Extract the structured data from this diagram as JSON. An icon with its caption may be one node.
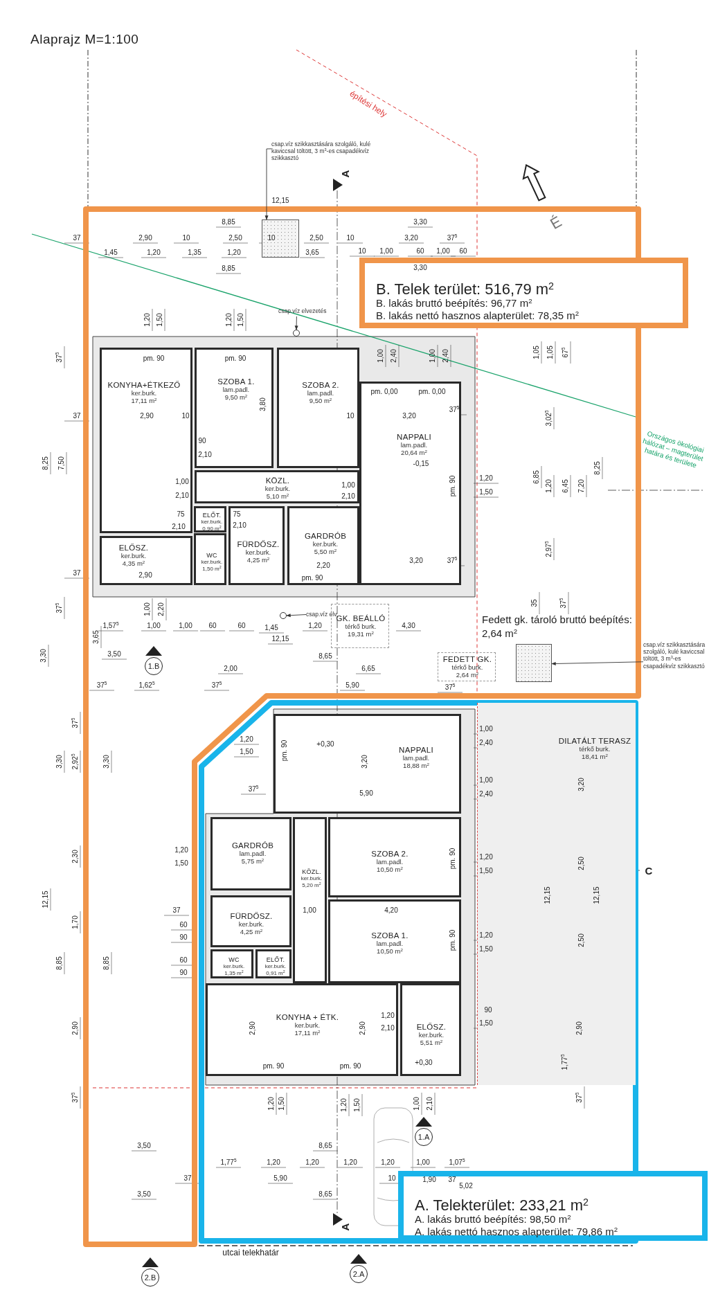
{
  "diagram": {
    "title": "Alaprajz M=1:100",
    "nodes": [
      {
        "text": [
          "B. Telek terület: 516,79 m$^{2}$",
          "B. lakás bruttó beépítés: 96,77 m$^{2}$",
          "B. lakás nettó hasznos alapterület: 78,35 m$^{2}$"
        ]
      },
      {
        "text": [
          "csap.víz szikkasztására szolgáló, kulé kaviccsal töltött, 3 m$^{3}$-es csapadékvíz szikkasztó"
        ]
      },
      {
        "text": [],
        "shape": "box"
      },
      {
        "text": [
          "csap.víz elvezetés"
        ]
      },
      {
        "text": [
          "KONYHA+ÉTKEZŐ",
          "ker.burk.",
          "17,11 m$^{2}$"
        ]
      },
      {
        "text": [
          "SZOBA 1.",
          "lam.padl.",
          "9,50 m$^{2}$"
        ]
      },
      {
        "text": [
          "SZOBA 2.",
          "lam.padl.",
          "9,50 m$^{2}$"
        ]
      },
      {
        "text": [
          "NAPPALI",
          "lam.padl.",
          "20,64 m$^{2}$"
        ]
      },
      {
        "text": [
          "KÖZL.",
          "ker.burk.",
          "5,10 m$^{2}$"
        ]
      },
      {
        "text": [
          "ELŐT.",
          "ker.burk.",
          "0,90 m$^{2}$"
        ]
      },
      {
        "text": [
          "ELŐSZ.",
          "ker.burk.",
          "4,35 m$^{2}$"
        ]
      },
      {
        "text": [
          "WC",
          "ker.burk.",
          "1,50 m$^{2}$"
        ]
      },
      {
        "text": [
          "FÜRDŐSZ.",
          "ker.burk.",
          "4,25 m$^{2}$"
        ]
      },
      {
        "text": [
          "GARDRÓB",
          "ker.burk.",
          "5,50 m$^{2}$"
        ]
      },
      {
        "text": [
          "GK. BEÁLLÓ",
          "térkő burk.",
          "19,31 m$^{2}$"
        ]
      },
      {
        "text": [
          "csap.víz elv."
        ]
      },
      {
        "text": [
          "FEDETT GK.",
          "térkő burk.",
          "2,64 m$^{2}$"
        ]
      },
      {
        "text": [],
        "shape": "box"
      },
      {
        "text": [
          "csap.víz szikkasztására szolgáló, kulé kaviccsal töltött, 3 m$^{3}$-es csapadékvíz szikkasztó"
        ]
      },
      {
        "text": [
          "NAPPALI",
          "lam.padl.",
          "18,88 m$^{2}$"
        ]
      },
      {
        "text": [
          "DILATÁLT TERASZ",
          "térkő burk.",
          "18,41 m$^{2}$"
        ]
      },
      {
        "text": [
          "GARDRÓB",
          "lam.padl.",
          "5,75 m$^{2}$"
        ]
      },
      {
        "text": [
          "SZOBA 2.",
          "lam.padl.",
          "10,50 m$^{2}$"
        ]
      },
      {
        "text": [
          "KÖZL.",
          "ker.burk.",
          "5,20 m$^{2}$"
        ]
      },
      {
        "text": [
          "FÜRDŐSZ.",
          "ker.burk.",
          "4,25 m$^{2}$"
        ]
      },
      {
        "text": [
          "SZOBA 1.",
          "lam.padl.",
          "10,50 m$^{2}$"
        ]
      },
      {
        "text": [
          "WC",
          "ker.burk.",
          "1,35 m$^{2}$"
        ]
      },
      {
        "text": [
          "ELŐT.",
          "ker.burk.",
          "0,91 m$^{2}$"
        ]
      },
      {
        "text": [
          "KONYHA + ÉTK.",
          "ker.burk.",
          "17,11 m$^{2}$"
        ]
      },
      {
        "text": [
          "ELŐSZ.",
          "ker.burk.",
          "5,51 m$^{2}$"
        ]
      },
      {
        "text": [
          "A. Telekterület: 233,21 m$^{2}$",
          "A. lakás bruttó beépítés: 98,50 m$^{2}$",
          "A. lakás nettó hasznos alapterület: 79,86 m$^{2}$"
        ]
      },
      {
        "text": [],
        "shape": "circle"
      },
      {
        "text": [],
        "shape": "circle"
      }
    ],
    "edges": [
      {
        "from": 1,
        "to": 2,
        "arrow": "to"
      },
      {
        "from": 3,
        "to": 31,
        "arrow": "to"
      },
      {
        "from": 15,
        "to": 32,
        "arrow": "to"
      },
      {
        "from": 18,
        "to": 17,
        "arrow": "to"
      }
    ],
    "labels": [
      "A",
      "építési hely",
      "É",
      "12,15",
      "8,85",
      "3,30",
      "37",
      "2,90",
      "10",
      "2,50",
      "10",
      "2,50",
      "10",
      "3,20",
      "37$^{5}$",
      "1,45",
      "1,20",
      "1,35",
      "1,20",
      "3,65",
      "10",
      "1,00",
      "60",
      "1,00",
      "60",
      "8,85",
      "3,30",
      "1,20",
      "1,50",
      "1,20",
      "1,50",
      "Országos ökológiai hálózat – magterület határa és területe",
      "pm. 90",
      "pm. 90",
      "1,00",
      "2,40",
      "1,00",
      "2,40",
      "37$^{5}$",
      "1,05",
      "1,05",
      "67$^{5}$",
      "pm. 0,00",
      "pm. 0,00",
      "37",
      "2,90",
      "10",
      "3,80",
      "10",
      "3,20",
      "37$^{5}$",
      "3,02$^{5}$",
      "90",
      "2,10",
      "8,25",
      "7,50",
      "-0,15",
      "6,85",
      "1,20",
      "6,45",
      "7,20",
      "8,25",
      "1,00",
      "2,10",
      "1,00",
      "2,10",
      "pm. 90",
      "1,20",
      "1,50",
      "75",
      "2,10",
      "75",
      "2,10",
      "2,97$^{5}$",
      "3,20",
      "37$^{5}$",
      "2,20",
      "37",
      "2,90",
      "pm. 90",
      "37$^{5}$",
      "1,00",
      "2,20",
      "35",
      "37$^{5}$",
      "Fedett gk. tároló bruttó beépítés: 2,64 m$^{2}$",
      "1,57$^{5}$",
      "1,00",
      "1,00",
      "60",
      "60",
      "1,45",
      "1,20",
      "4,30",
      "12,15",
      "3,65",
      "3,50",
      "8,65",
      "3,30",
      "1.B",
      "2,00",
      "6,65",
      "37$^{5}$",
      "1,62$^{5}$",
      "37$^{5}$",
      "5,90",
      "37$^{5}$",
      "37$^{5}$",
      "1,00",
      "1,20",
      "+0,30",
      "2,40",
      "1,50",
      "pm. 90",
      "3,30",
      "2,92$^{5}$",
      "3,30",
      "3,20",
      "1,00",
      "3,20",
      "5,90",
      "37$^{5}$",
      "2,40",
      "1,20",
      "2,30",
      "pm. 90",
      "1,20",
      "1,50",
      "1,50",
      "2,50",
      "C",
      "12,15",
      "12,15",
      "12,15",
      "37",
      "1,00",
      "4,20",
      "1,70",
      "60",
      "90",
      "1,20",
      "pm. 90",
      "2,50",
      "1,50",
      "60",
      "8,85",
      "8,85",
      "90",
      "90",
      "1,20",
      "1,50",
      "2,10",
      "2,90",
      "2,90",
      "2,90",
      "2,90",
      "1,77$^{5}$",
      "+0,30",
      "pm. 90",
      "pm. 90",
      "37$^{5}$",
      "37$^{5}$",
      "1,20",
      "1,50",
      "1,20",
      "1,50",
      "1,00",
      "2,10",
      "1.A",
      "3,50",
      "8,65",
      "1,77$^{5}$",
      "1,20",
      "1,20",
      "1,20",
      "1,20",
      "1,00",
      "1,07$^{5}$",
      "37",
      "5,90",
      "10",
      "1,90",
      "37",
      "5,02",
      "3,50",
      "8,65",
      "A",
      "utcai telekhatár",
      "2.B",
      "2.A"
    ]
  }
}
